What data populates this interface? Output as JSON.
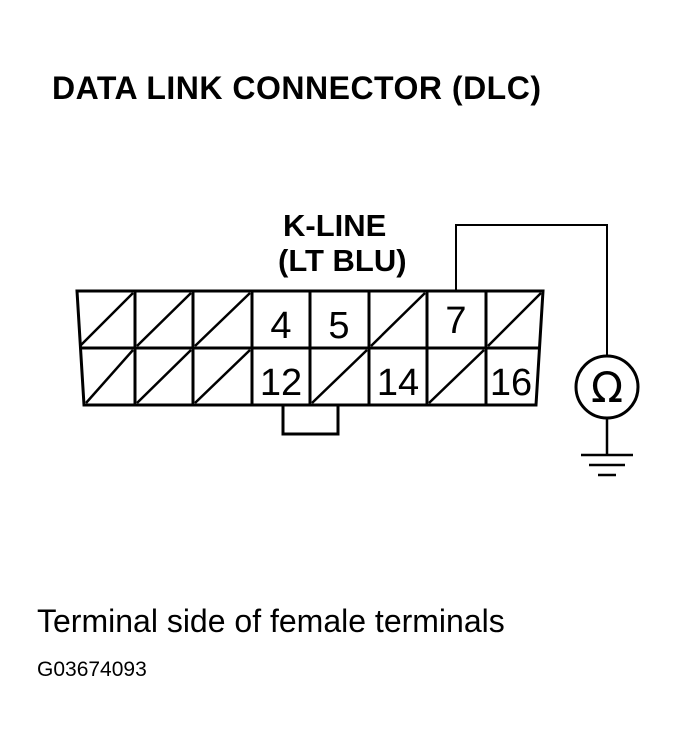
{
  "title": "DATA LINK CONNECTOR (DLC)",
  "kline": {
    "name": "K-LINE",
    "wire_color": "(LT BLU)"
  },
  "connector": {
    "top_row": [
      "",
      "",
      "",
      "4",
      "5",
      "",
      "7",
      ""
    ],
    "bottom_row": [
      "",
      "",
      "",
      "12",
      "",
      "14",
      "",
      "16"
    ]
  },
  "meter_symbol": "Ω",
  "caption": "Terminal side of female terminals",
  "figure_id": "G03674093"
}
